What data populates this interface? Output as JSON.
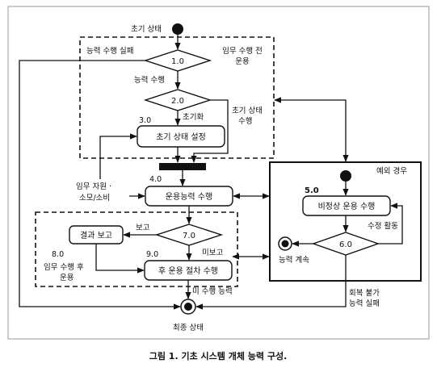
{
  "diagram": {
    "initial_state": "초기 상태",
    "final_state": "최종 상태",
    "pre_mission_region": {
      "line1": "임무 수행 전",
      "line2": "운용"
    },
    "exception_region": "예외 경우",
    "decisions": {
      "d1": "1.0",
      "d2": "2.0",
      "d7": "7.0",
      "d6": "6.0"
    },
    "steps": {
      "s3_num": "3.0",
      "s3_label": "초기 상태 설정",
      "s4_num": "4.0",
      "s4_label": "운용능력 수행",
      "s5_num": "5.0",
      "s5_label": "비정상 운용 수행",
      "s8_num": "8.0",
      "s8_label": "결과 보고",
      "s9_num": "9.0",
      "s9_label": "후 운용 절차 수행"
    },
    "labels": {
      "capability_fail": "능력 수행 실패",
      "capability_perform": "능력 수행",
      "initialize": "초기화",
      "initial_state_1": "초기 상태",
      "initial_state_2": "수행",
      "resource_1": "임무 자원 ·",
      "resource_2": "소모/소비",
      "report": "보고",
      "no_report": "미보고",
      "post_mission_1": "임무 수행 후",
      "post_mission_2": "운용",
      "unperformed": "미 수행 능력",
      "fix_activity": "수정 활동",
      "continue_capability": "능력 계속",
      "unrecoverable_1": "회복 불가",
      "unrecoverable_2": "능력 실패"
    },
    "caption": "그림 1. 기초 시스템 개체 능력 구성."
  }
}
